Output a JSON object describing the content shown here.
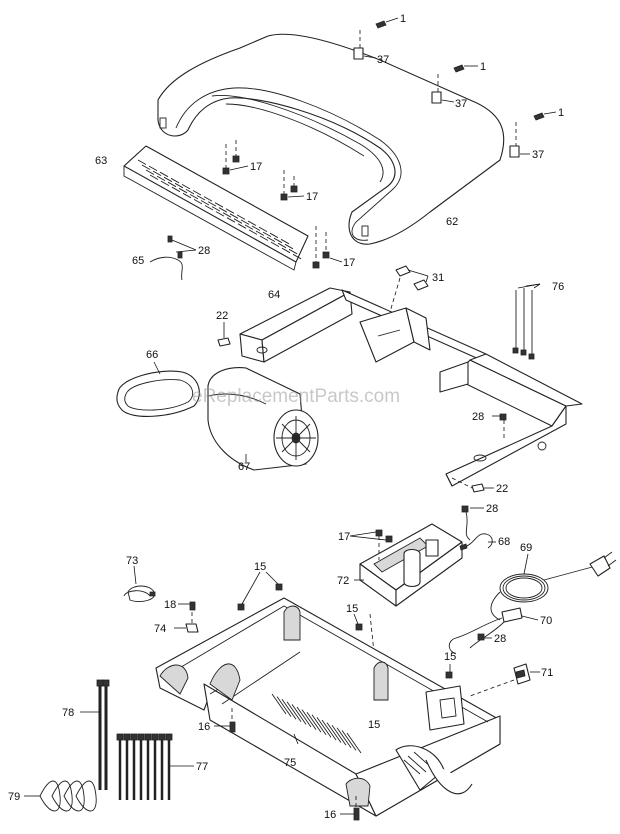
{
  "watermark": "eReplacementParts.com",
  "part_labels": {
    "p1a": "1",
    "p1b": "1",
    "p1c": "1",
    "p37a": "37",
    "p37b": "37",
    "p37c": "37",
    "p63": "63",
    "p62": "62",
    "p17a": "17",
    "p17b": "17",
    "p17c": "17",
    "p17d": "17",
    "p28a": "28",
    "p28b": "28",
    "p28c": "28",
    "p28d": "28",
    "p65": "65",
    "p31": "31",
    "p76": "76",
    "p64": "64",
    "p22a": "22",
    "p22b": "22",
    "p66": "66",
    "p67": "67",
    "p68": "68",
    "p69": "69",
    "p73": "73",
    "p72": "72",
    "p15a": "15",
    "p15b": "15",
    "p15c": "15",
    "p15d": "15",
    "p18": "18",
    "p74": "74",
    "p70": "70",
    "p71": "71",
    "p78": "78",
    "p16a": "16",
    "p16b": "16",
    "p75": "75",
    "p77": "77",
    "p79": "79"
  }
}
